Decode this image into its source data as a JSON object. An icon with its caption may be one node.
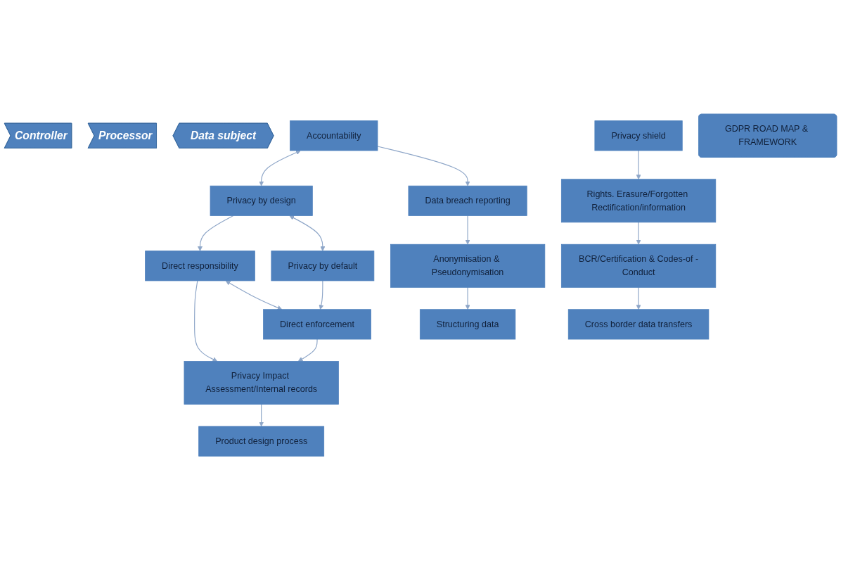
{
  "diagram": {
    "nodes": [
      {
        "text": [
          "Controller"
        ]
      },
      {
        "text": [
          "Processor"
        ]
      },
      {
        "text": [
          "Data subject"
        ]
      },
      {
        "text": [
          "Accountability"
        ]
      },
      {
        "text": [
          "Data breach reporting"
        ]
      },
      {
        "text": [
          "Anonymisation & Pseudonymisation"
        ]
      },
      {
        "text": [
          "Structuring data"
        ]
      },
      {
        "text": [
          "Privacy by design"
        ]
      },
      {
        "text": [
          "Privacy by default"
        ]
      },
      {
        "text": [
          "Direct responsibility"
        ]
      },
      {
        "text": [
          "Direct enforcement"
        ]
      },
      {
        "text": [
          "Privacy Impact Assessment/Internal records"
        ]
      },
      {
        "text": [
          "Product design process"
        ]
      },
      {
        "text": [
          "Privacy shield"
        ]
      },
      {
        "text": [
          "Rights. Erasure/Forgotten Rectification/information"
        ]
      },
      {
        "text": [
          "BCR/Certification & Codes-of -Conduct"
        ]
      },
      {
        "text": [
          "Cross border data transfers"
        ]
      },
      {
        "text": [
          "GDPR ROAD MAP & FRAMEWORK"
        ]
      }
    ],
    "edges": [
      {
        "from": 3,
        "to": 7,
        "arrow": "both"
      },
      {
        "from": 3,
        "to": 4,
        "arrow": "to"
      },
      {
        "from": 4,
        "to": 5,
        "arrow": "to"
      },
      {
        "from": 5,
        "to": 6,
        "arrow": "to"
      },
      {
        "from": 7,
        "to": 9,
        "arrow": "to"
      },
      {
        "from": 8,
        "to": 10,
        "arrow": "to"
      },
      {
        "from": 7,
        "to": 8,
        "arrow": "both"
      },
      {
        "from": 9,
        "to": 11,
        "arrow": "to"
      },
      {
        "from": 10,
        "to": 11,
        "arrow": "to"
      },
      {
        "from": 9,
        "to": 10,
        "arrow": "both"
      },
      {
        "from": 11,
        "to": 12,
        "arrow": "to"
      },
      {
        "from": 13,
        "to": 14,
        "arrow": "to"
      },
      {
        "from": 14,
        "to": 15,
        "arrow": "to"
      },
      {
        "from": 15,
        "to": 16,
        "arrow": "to"
      }
    ]
  }
}
